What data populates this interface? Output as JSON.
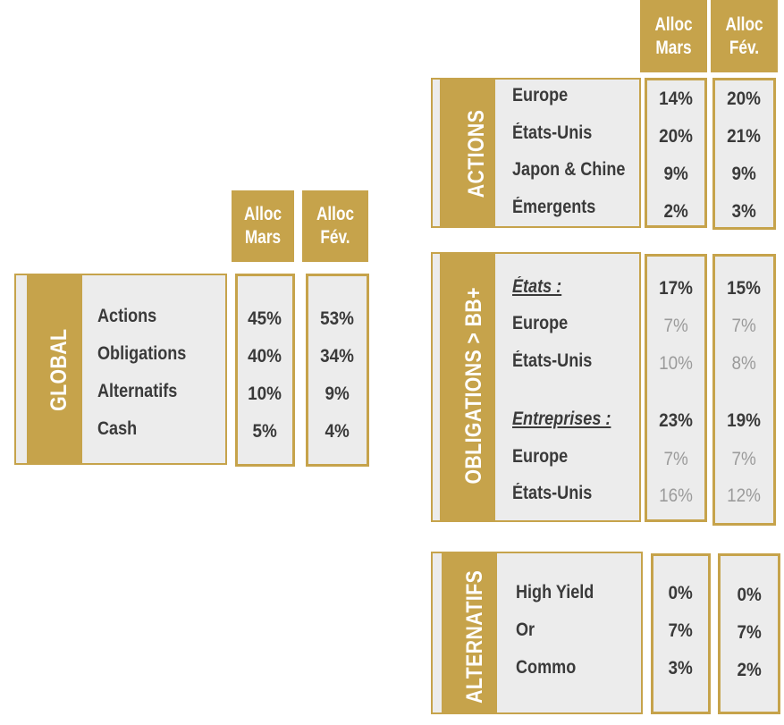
{
  "headers": {
    "col1": [
      "Alloc",
      "Mars"
    ],
    "col2": [
      "Alloc",
      "Fév."
    ]
  },
  "global": {
    "title": "GLOBAL",
    "rows": [
      {
        "label": "Actions",
        "mars": "45%",
        "fev": "53%"
      },
      {
        "label": "Obligations",
        "mars": "40%",
        "fev": "34%"
      },
      {
        "label": "Alternatifs",
        "mars": "10%",
        "fev": "9%"
      },
      {
        "label": "Cash",
        "mars": "5%",
        "fev": "4%"
      }
    ]
  },
  "actions": {
    "title": "ACTIONS",
    "rows": [
      {
        "label": "Europe",
        "mars": "14%",
        "fev": "20%"
      },
      {
        "label": "États-Unis",
        "mars": "20%",
        "fev": "21%"
      },
      {
        "label": "Japon & Chine",
        "mars": "9%",
        "fev": "9%"
      },
      {
        "label": "Émergents",
        "mars": "2%",
        "fev": "3%"
      }
    ]
  },
  "obligations": {
    "title": "OBLIGATIONS > BB+",
    "rows": [
      {
        "label": "États :",
        "mars": "17%",
        "fev": "15%",
        "kind": "sub"
      },
      {
        "label": "Europe",
        "mars": "7%",
        "fev": "7%",
        "kind": "light"
      },
      {
        "label": "États-Unis",
        "mars": "10%",
        "fev": "8%",
        "kind": "light"
      },
      {
        "label": "Entreprises :",
        "mars": "23%",
        "fev": "19%",
        "kind": "sub"
      },
      {
        "label": "Europe",
        "mars": "7%",
        "fev": "7%",
        "kind": "light"
      },
      {
        "label": "États-Unis",
        "mars": "16%",
        "fev": "12%",
        "kind": "light"
      }
    ]
  },
  "alternatifs": {
    "title": "ALTERNATIFS",
    "rows": [
      {
        "label": "High Yield",
        "mars": "0%",
        "fev": "0%"
      },
      {
        "label": "Or",
        "mars": "7%",
        "fev": "7%"
      },
      {
        "label": "Commo",
        "mars": "3%",
        "fev": "2%"
      }
    ]
  },
  "colors": {
    "gold": "#c6a34b",
    "panel": "#ececec",
    "text": "#3a3a3a",
    "muted": "#9b9b9b"
  }
}
